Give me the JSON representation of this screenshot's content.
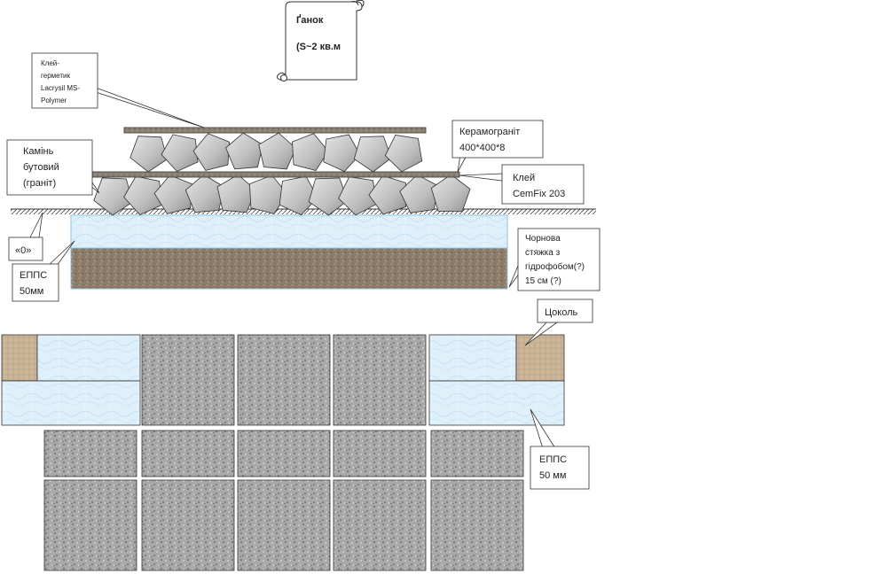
{
  "title_scroll": {
    "line1": "Ґанок",
    "line2": "(S~2 кв.м"
  },
  "callouts": {
    "sealant": {
      "lines": [
        "Клей-",
        "герметик",
        "Lacrysil MS-",
        "Polymer"
      ]
    },
    "tile": {
      "lines": [
        "Керамограніт",
        "400*400*8"
      ]
    },
    "stone": {
      "lines": [
        "Камінь",
        "бутовий",
        "(граніт)"
      ]
    },
    "glue": {
      "lines": [
        "Клей",
        "CemFix 203"
      ]
    },
    "zero": {
      "lines": [
        "«0»"
      ]
    },
    "epps_top": {
      "lines": [
        "ЕППС",
        "50мм"
      ]
    },
    "screed": {
      "lines": [
        "Чорнова",
        "стяжка з",
        "гідрофобом(?)",
        "15 см (?)"
      ]
    },
    "plinth": {
      "lines": [
        "Цоколь"
      ]
    },
    "epps_bottom": {
      "lines": [
        "ЕППС",
        "50 мм"
      ]
    }
  },
  "colors": {
    "epps": "#dff0fb",
    "screed": "#8e7d6a",
    "stone": "#c9c9c9",
    "tile": "#8a7f72",
    "granite": "#a7a7a7",
    "plinth": "#cdb79a",
    "outline": "#222222"
  }
}
